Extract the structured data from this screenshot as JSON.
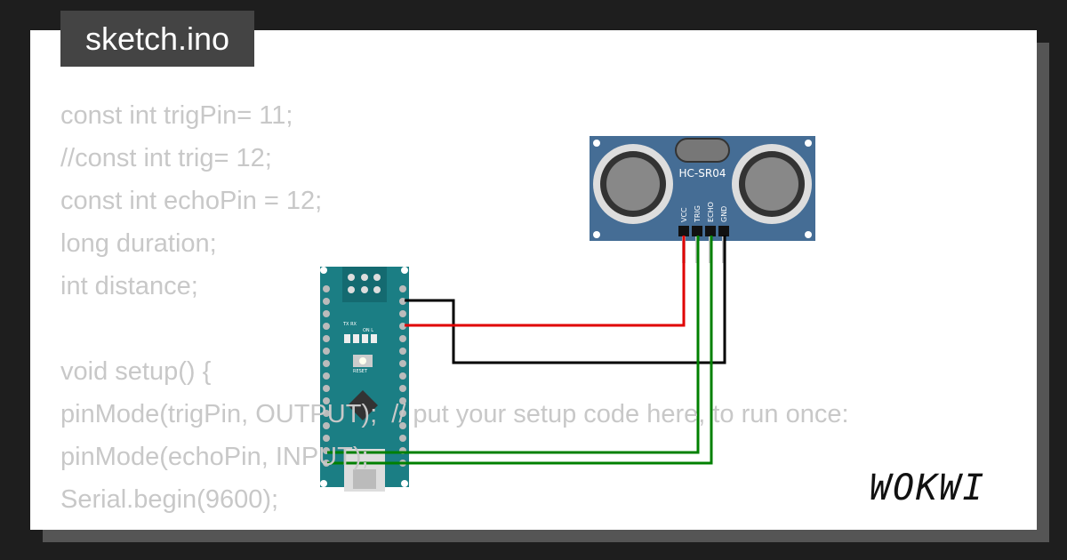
{
  "tab": {
    "title": "sketch.ino"
  },
  "code_lines": [
    "const int trigPin= 11;",
    "//const int trig= 12;",
    "const int echoPin = 12;",
    "long duration;",
    "int distance;",
    "",
    "void setup() {",
    "pinMode(trigPin, OUTPUT);  // put your setup code here, to run once:",
    "pinMode(echoPin, INPUT);",
    "Serial.begin(9600);",
    "}"
  ],
  "sensor": {
    "label": "HC-SR04",
    "pins": [
      "VCC",
      "TRIG",
      "ECHO",
      "GND"
    ]
  },
  "arduino": {
    "labels": {
      "tx": "TX",
      "rx": "RX",
      "on": "ON",
      "l": "L",
      "reset": "RESET"
    }
  },
  "wires": {
    "colors": {
      "vcc": "#e00000",
      "gnd": "#000000",
      "trig": "#008000",
      "echo": "#008000"
    }
  },
  "logo": {
    "text": "WOKWI"
  }
}
